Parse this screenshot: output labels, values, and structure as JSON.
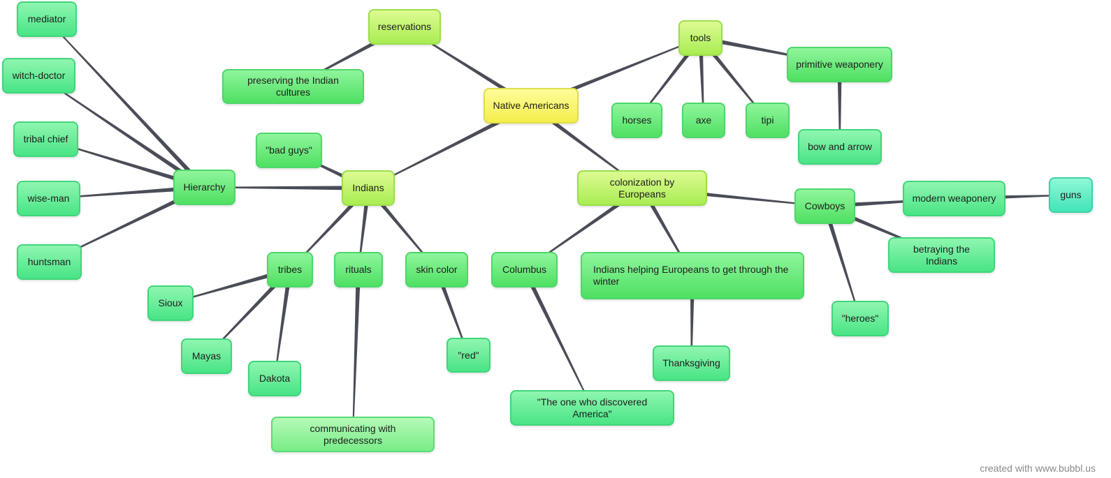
{
  "diagram": {
    "nodes": [
      {
        "id": "native",
        "label": "Native Americans",
        "level": "root"
      },
      {
        "id": "reservations",
        "label": "reservations",
        "level": "l1"
      },
      {
        "id": "preserving",
        "label": "preserving the Indian cultures",
        "level": "l2"
      },
      {
        "id": "tools",
        "label": "tools",
        "level": "l1"
      },
      {
        "id": "horses",
        "label": "horses",
        "level": "l2"
      },
      {
        "id": "axe",
        "label": "axe",
        "level": "l2"
      },
      {
        "id": "tipi",
        "label": "tipi",
        "level": "l2"
      },
      {
        "id": "primitive",
        "label": "primitive weaponery",
        "level": "l2"
      },
      {
        "id": "bow",
        "label": "bow and arrow",
        "level": "l3"
      },
      {
        "id": "indians",
        "label": "Indians",
        "level": "l1"
      },
      {
        "id": "badguys",
        "label": "\"bad guys\"",
        "level": "l2"
      },
      {
        "id": "hierarchy",
        "label": "Hierarchy",
        "level": "l2"
      },
      {
        "id": "mediator",
        "label": "mediator",
        "level": "l3"
      },
      {
        "id": "witch",
        "label": "witch-doctor",
        "level": "l3"
      },
      {
        "id": "chief",
        "label": "tribal chief",
        "level": "l3"
      },
      {
        "id": "wiseman",
        "label": "wise-man",
        "level": "l3"
      },
      {
        "id": "huntsman",
        "label": "huntsman",
        "level": "l3"
      },
      {
        "id": "tribes",
        "label": "tribes",
        "level": "l2"
      },
      {
        "id": "sioux",
        "label": "Sioux",
        "level": "l3"
      },
      {
        "id": "mayas",
        "label": "Mayas",
        "level": "l3"
      },
      {
        "id": "dakota",
        "label": "Dakota",
        "level": "l3"
      },
      {
        "id": "rituals",
        "label": "rituals",
        "level": "l2"
      },
      {
        "id": "communicating",
        "label": "communicating with predecessors",
        "level": "comm"
      },
      {
        "id": "skin",
        "label": "skin color",
        "level": "l2"
      },
      {
        "id": "red",
        "label": "\"red\"",
        "level": "l3"
      },
      {
        "id": "colonization",
        "label": "colonization by Europeans",
        "level": "l1"
      },
      {
        "id": "columbus",
        "label": "Columbus",
        "level": "l2"
      },
      {
        "id": "discovered",
        "label": "\"The one who discovered America\"",
        "level": "l3"
      },
      {
        "id": "helping",
        "label": "Indians helping Europeans to get through the winter",
        "level": "l2"
      },
      {
        "id": "thanksgiving",
        "label": "Thanksgiving",
        "level": "l3"
      },
      {
        "id": "cowboys",
        "label": "Cowboys",
        "level": "l2"
      },
      {
        "id": "modern",
        "label": "modern weaponery",
        "level": "l3"
      },
      {
        "id": "guns",
        "label": "guns",
        "level": "l4"
      },
      {
        "id": "betraying",
        "label": "betraying the Indians",
        "level": "l3"
      },
      {
        "id": "heroes",
        "label": "\"heroes\"",
        "level": "l3"
      }
    ],
    "edges": [
      [
        "native",
        "reservations"
      ],
      [
        "reservations",
        "preserving"
      ],
      [
        "native",
        "tools"
      ],
      [
        "tools",
        "horses"
      ],
      [
        "tools",
        "axe"
      ],
      [
        "tools",
        "tipi"
      ],
      [
        "tools",
        "primitive"
      ],
      [
        "primitive",
        "bow"
      ],
      [
        "native",
        "indians"
      ],
      [
        "indians",
        "badguys"
      ],
      [
        "indians",
        "hierarchy"
      ],
      [
        "hierarchy",
        "mediator"
      ],
      [
        "hierarchy",
        "witch"
      ],
      [
        "hierarchy",
        "chief"
      ],
      [
        "hierarchy",
        "wiseman"
      ],
      [
        "hierarchy",
        "huntsman"
      ],
      [
        "indians",
        "tribes"
      ],
      [
        "tribes",
        "sioux"
      ],
      [
        "tribes",
        "mayas"
      ],
      [
        "tribes",
        "dakota"
      ],
      [
        "indians",
        "rituals"
      ],
      [
        "rituals",
        "communicating"
      ],
      [
        "indians",
        "skin"
      ],
      [
        "skin",
        "red"
      ],
      [
        "native",
        "colonization"
      ],
      [
        "colonization",
        "columbus"
      ],
      [
        "columbus",
        "discovered"
      ],
      [
        "colonization",
        "helping"
      ],
      [
        "helping",
        "thanksgiving"
      ],
      [
        "colonization",
        "cowboys"
      ],
      [
        "cowboys",
        "modern"
      ],
      [
        "modern",
        "guns"
      ],
      [
        "cowboys",
        "betraying"
      ],
      [
        "cowboys",
        "heroes"
      ]
    ]
  },
  "watermark": "created with www.bubbl.us",
  "colors": {
    "edge": "#4a4d57",
    "root": "#f3ee4b",
    "level1": "#a9ed52",
    "level2": "#5de56f",
    "level3": "#49e485",
    "level4": "#43e4b8"
  }
}
